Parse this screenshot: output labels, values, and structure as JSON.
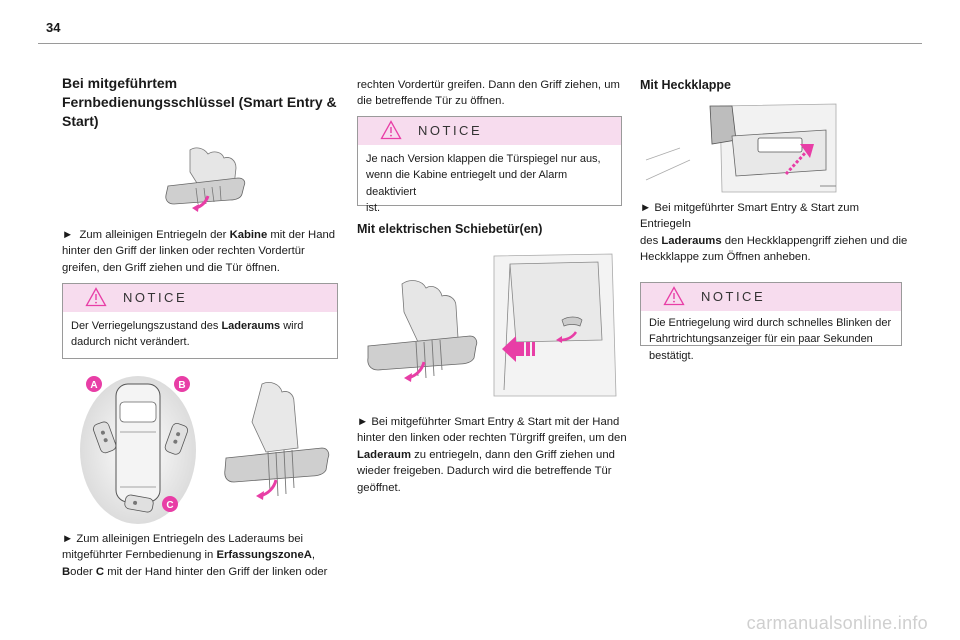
{
  "page": {
    "number": "34",
    "watermark": "carmanualsonline.info"
  },
  "col1": {
    "heading_lines": [
      "Bei mitgeführtem",
      "Fernbedienungsschlüssel (Smart Entry &",
      "Start)"
    ],
    "para1": {
      "bullet": "►",
      "pre": "Zum alleinigen Entriegeln der ",
      "bold": "Kabine",
      "post": " mit der Hand",
      "line2": "hinter den Griff der linken oder rechten Vordertür",
      "line3": "greifen, den Griff ziehen und die Tür öffnen."
    },
    "notice": {
      "title": "NOTICE",
      "pre": "Der Verriegelungszustand des ",
      "bold": "Laderaums",
      "post": " wird",
      "line2": "dadurch nicht verändert."
    },
    "zones": {
      "a": "A",
      "b": "B",
      "c": "C"
    },
    "para2": {
      "line1": "► Zum alleinigen Entriegeln des Laderaums bei",
      "l2_pre": "mitgeführter Fernbedienung in ",
      "l2_bold": "ErfassungszoneA",
      "l2_post": ",",
      "l3_bold1": "B",
      "l3_mid": "oder ",
      "l3_bold2": "C",
      "l3_post": " mit der Hand hinter den Griff der linken oder"
    }
  },
  "col2": {
    "cont_lines": [
      "rechten Vordertür greifen. Dann den Griff ziehen, um",
      "die betreffende Tür zu öffnen."
    ],
    "notice": {
      "title": "NOTICE",
      "lines": [
        "Je nach Version klappen die Türspiegel nur aus,",
        "wenn die Kabine entriegelt und der Alarm deaktiviert",
        "ist."
      ]
    },
    "heading": "Mit elektrischen Schiebetür(en)",
    "para": {
      "line1": "► Bei mitgeführter Smart Entry & Start mit der Hand",
      "line2": "hinter den linken oder rechten Türgriff greifen, um den",
      "l3_bold": "Laderaum",
      "l3_post": " zu entriegeln, dann den Griff ziehen und",
      "line4": "wieder freigeben. Dadurch wird die betreffende Tür",
      "line5": "geöffnet."
    }
  },
  "col3": {
    "heading": "Mit Heckklappe",
    "para": {
      "line1": "► Bei mitgeführter Smart Entry & Start zum Entriegeln",
      "l2_pre": "des ",
      "l2_bold": "Laderaums",
      "l2_post": " den Heckklappengriff ziehen und die",
      "line3": "Heckklappe zum Öffnen anheben."
    },
    "notice": {
      "title": "NOTICE",
      "lines": [
        "Die Entriegelung wird durch schnelles Blinken der",
        "Fahrtrichtungsanzeiger für ein paar Sekunden",
        "bestätigt."
      ]
    }
  },
  "colors": {
    "accent": "#e83ea6",
    "notice_bg": "#f7dcee",
    "rule": "#9a9a9a"
  }
}
